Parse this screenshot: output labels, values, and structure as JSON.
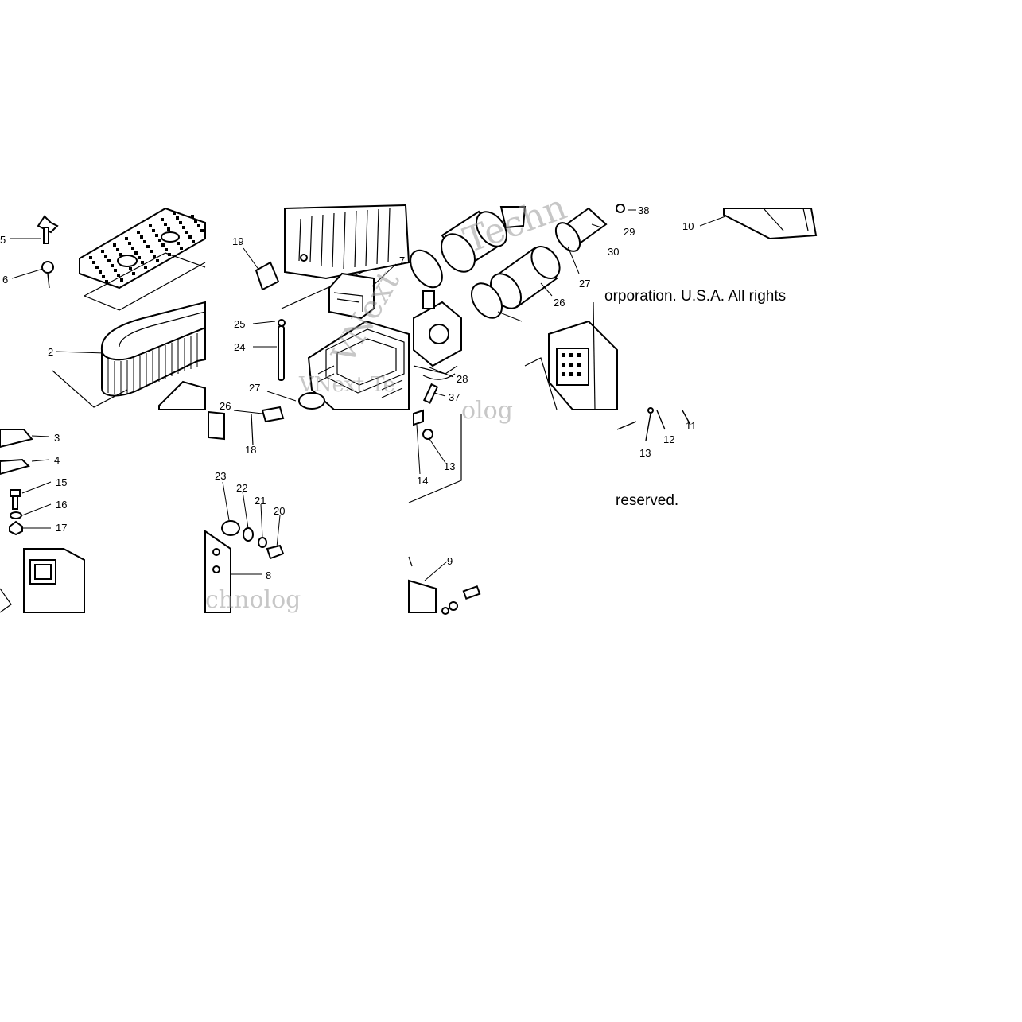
{
  "diagram": {
    "part_numbers": [
      "5",
      "6",
      "2",
      "3",
      "4",
      "15",
      "16",
      "17",
      "19",
      "25",
      "24",
      "27",
      "26",
      "18",
      "7",
      "23",
      "22",
      "21",
      "20",
      "8",
      "38",
      "29",
      "30",
      "10",
      "26",
      "27",
      "28",
      "37",
      "13",
      "14",
      "9",
      "13",
      "12",
      "11"
    ],
    "copyright_line_1": "orporation. U.S.A. All rights",
    "copyright_line_2": "reserved.",
    "watermarks": [
      "Techn",
      "VNext Te",
      "VNext",
      "chnolog",
      "olog"
    ]
  }
}
